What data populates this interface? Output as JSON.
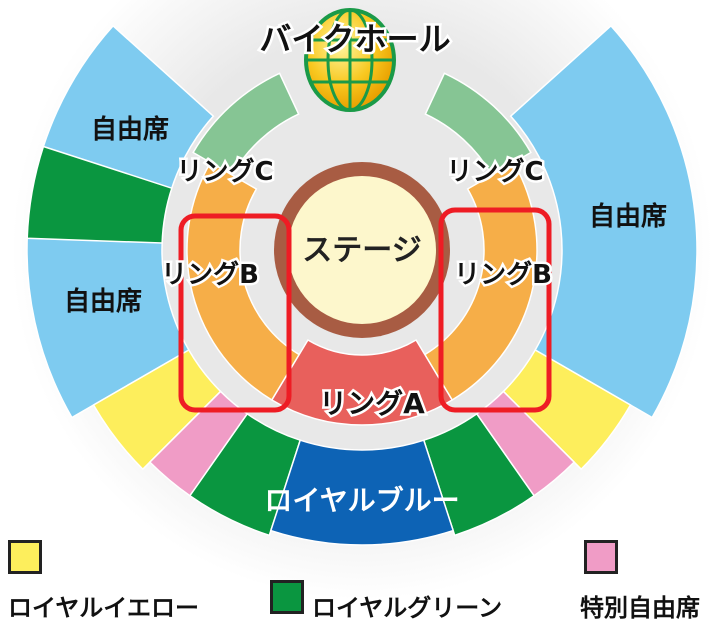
{
  "title": "バイクホール",
  "stage": "ステージ",
  "sections": {
    "free_left_top": "自由席",
    "free_left_bottom": "自由席",
    "free_right": "自由席",
    "ring_c_left": "リングC",
    "ring_c_right": "リングC",
    "ring_b_left": "リングB",
    "ring_b_right": "リングB",
    "ring_a": "リングA",
    "royal_blue": "ロイヤルブルー"
  },
  "legend": [
    {
      "label": "ロイヤルイエロー",
      "color": "#fdee5c"
    },
    {
      "label": "ロイヤルグリーン",
      "color": "#0a9640"
    },
    {
      "label": "特別自由席",
      "color": "#f09cc6"
    }
  ],
  "colors": {
    "free": "#7ecbf0",
    "green": "#0a9640",
    "yellow": "#fdee5c",
    "pink": "#f09cc6",
    "royal_blue": "#0d63b5",
    "ring_a": "#e8605c",
    "ring_b": "#f6ae48",
    "ring_c": "#86c594",
    "stage": "#fdf7cc",
    "stage_rim": "#a85c43",
    "highlight": "#ee1c24"
  }
}
